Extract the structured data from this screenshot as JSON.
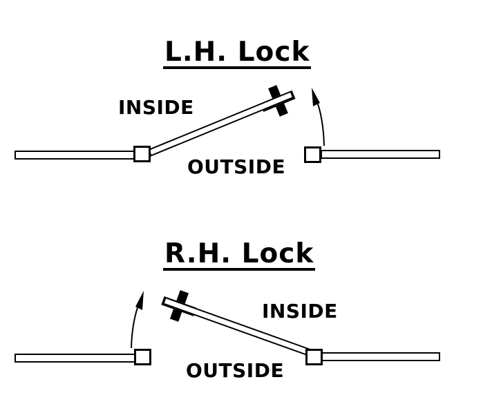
{
  "canvas": {
    "background_color": "#ffffff",
    "line_color": "#000000"
  },
  "diagrams": [
    {
      "title": "L.H. Lock",
      "inside_label": "INSIDE",
      "outside_label": "OUTSIDE"
    },
    {
      "title": "R.H. Lock",
      "inside_label": "INSIDE",
      "outside_label": "OUTSIDE"
    }
  ]
}
